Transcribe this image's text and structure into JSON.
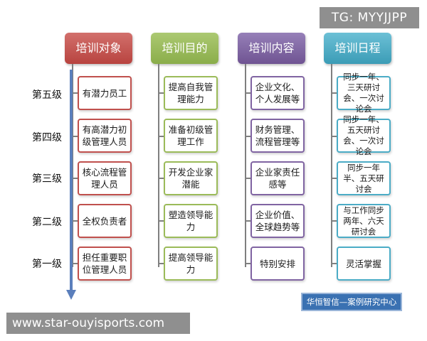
{
  "watermark_top": "TG: MYYJJPP",
  "watermark_bottom": "www.star-ouyisports.com",
  "stamp": "华恒智信—案例研究中心",
  "colors": {
    "header_red": "#c0504d",
    "header_green": "#9bbb59",
    "header_purple": "#8064a2",
    "header_blue": "#4bacc6",
    "arrow": "#5b7fbc"
  },
  "headers": [
    "培训对象",
    "培训目的",
    "培训内容",
    "培训日程"
  ],
  "levels": [
    "第五级",
    "第四级",
    "第三级",
    "第二级",
    "第一级"
  ],
  "columns": [
    [
      "有潜力员工",
      "有高潜力初级管理人员",
      "核心流程管理人员",
      "全权负责者",
      "担任重要职位管理人员"
    ],
    [
      "提高自我管理能力",
      "准备初级管理工作",
      "开发企业家潜能",
      "塑造领导能力",
      "提高领导能力"
    ],
    [
      "企业文化、个人发展等",
      "财务管理、流程管理等",
      "企业家责任感等",
      "企业价值、全球趋势等",
      "特别安排"
    ],
    [
      "同步一年、三天研讨会、一次讨论会",
      "同步一年、五天研讨会、一次讨论会",
      "同步一年半、五天研讨会",
      "与工作同步两年、六天研讨会",
      "灵活掌握"
    ]
  ]
}
